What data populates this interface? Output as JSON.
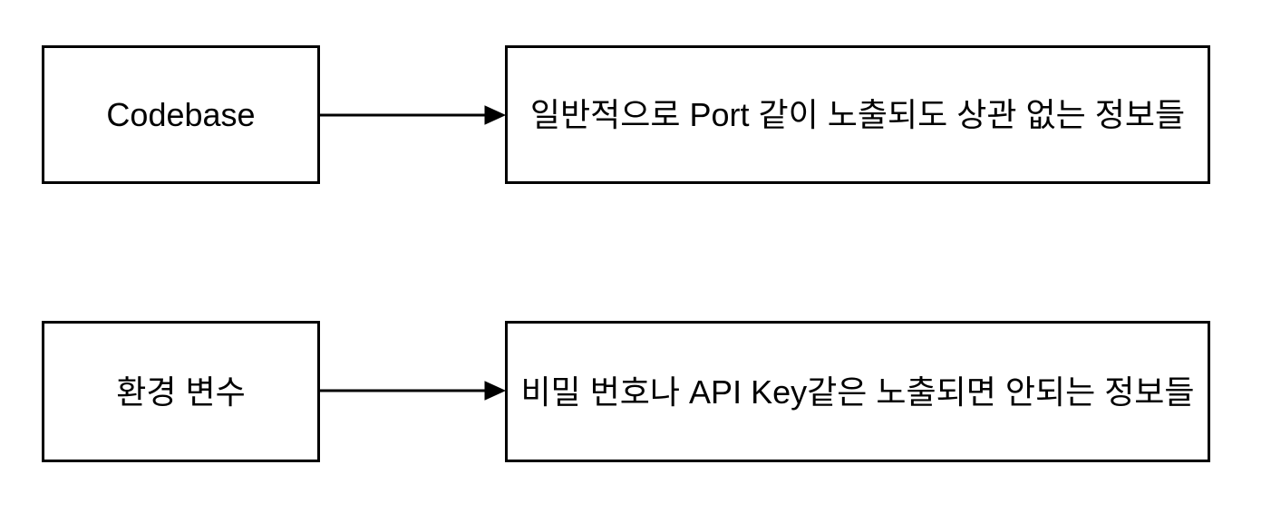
{
  "diagram": {
    "title": "Codebase vs environment variables diagram",
    "colors": {
      "background": "#ffffff",
      "stroke": "#000000",
      "text": "#000000"
    },
    "rows": [
      {
        "source": {
          "label": "Codebase"
        },
        "connector": "arrow-right",
        "target": {
          "label": "일반적으로 Port 같이 노출되도 상관 없는 정보들"
        }
      },
      {
        "source": {
          "label": "환경 변수"
        },
        "connector": "arrow-right",
        "target": {
          "label": "비밀 번호나 API Key같은 노출되면 안되는 정보들"
        }
      }
    ]
  }
}
